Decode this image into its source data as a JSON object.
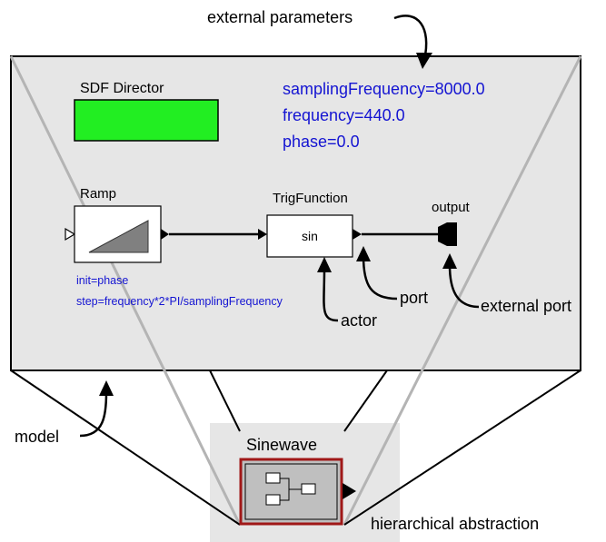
{
  "annotations": {
    "external_parameters": "external parameters",
    "port": "port",
    "actor": "actor",
    "external_port": "external port",
    "model": "model",
    "hierarchical_abstraction": "hierarchical abstraction"
  },
  "model": {
    "director_label": "SDF Director",
    "parameters": [
      "samplingFrequency=8000.0",
      "frequency=440.0",
      "phase=0.0"
    ],
    "ramp": {
      "label": "Ramp",
      "init": "init=phase",
      "step": "step=frequency*2*PI/samplingFrequency"
    },
    "trig": {
      "label": "TrigFunction",
      "function": "sin"
    },
    "output_label": "output"
  },
  "composite": {
    "label": "Sinewave"
  },
  "colors": {
    "canvas": "#e6e6e6",
    "director": "#22ee22",
    "parameter_text": "#1414d2",
    "composite_border": "#a01818",
    "composite_fill": "#bfbfbf"
  }
}
